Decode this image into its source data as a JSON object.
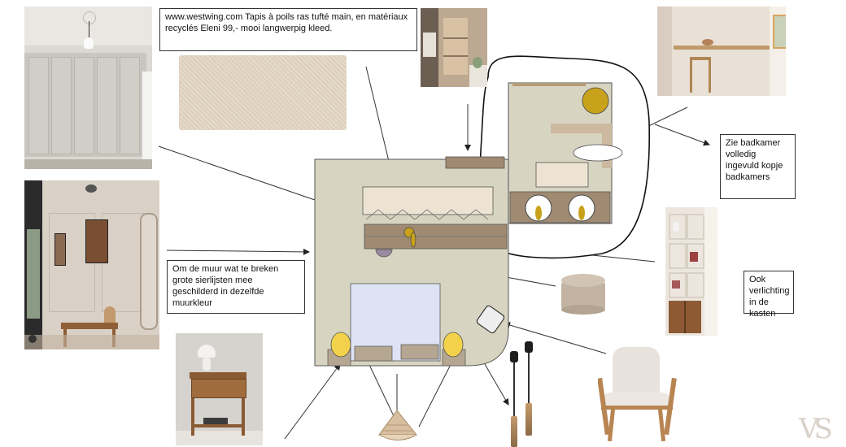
{
  "notes": {
    "rug": "www.westwing.com Tapis à poils ras tufté main, en matériaux recyclés Eleni 99,- mooi langwerpig kleed.",
    "bathroom": "Zie badkamer volledig ingevuld kopje badkamers",
    "wall": "Om de muur wat te breken grote sierlijsten mee geschilderd in dezelfde muurkleur",
    "lighting": "Ook verlichting in de kasten"
  },
  "signature": "VS",
  "colors": {
    "floor": "#d7d4c1",
    "bed": "#dde3f4",
    "wood": "#a08a72",
    "accent": "#c9a21c",
    "rug": "#ece3d3",
    "wall": "#cfcfc8"
  },
  "icons": [
    "pendant-light-icon",
    "bedside-lamp-icon",
    "armchair-icon",
    "pouf-icon",
    "nightstand-icon"
  ]
}
